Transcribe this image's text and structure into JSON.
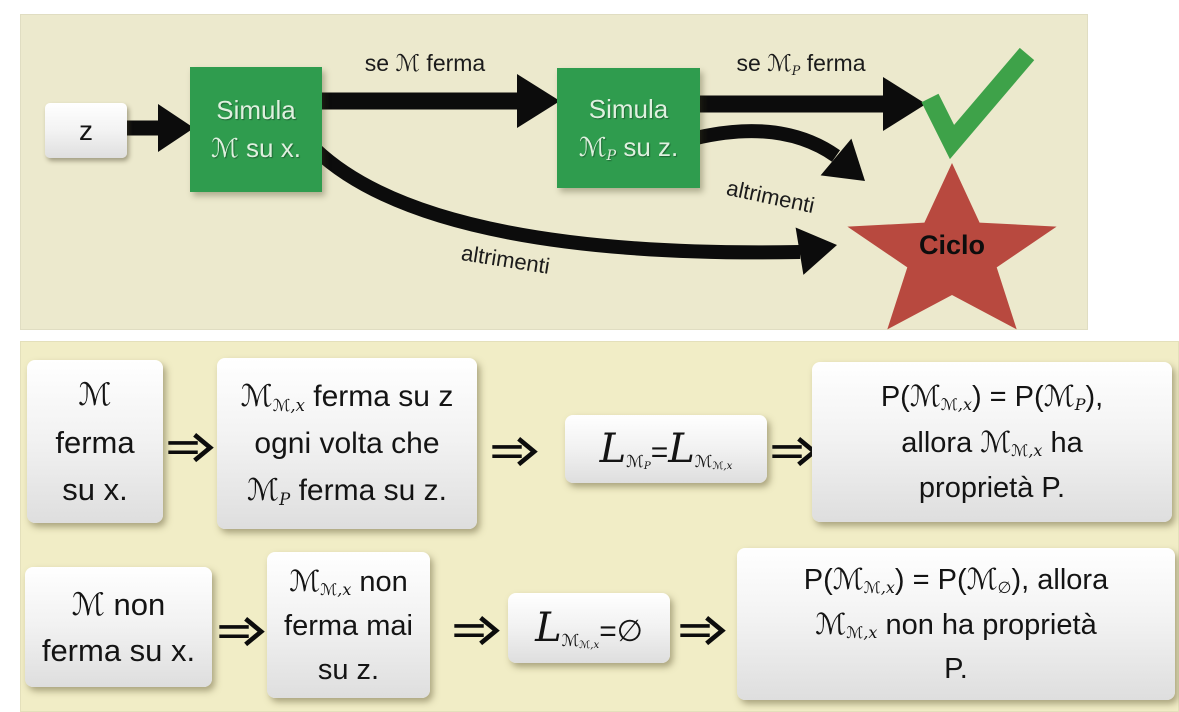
{
  "colors": {
    "page_bg": "#FFFFFF",
    "panel_top_bg": "#ECE9CD",
    "panel_bottom_bg": "#F1EDC6",
    "green_box": "#2F9C4E",
    "green_box_text": "#DFF0DF",
    "check_green": "#3EA249",
    "star_red": "#B8493F",
    "arrow_black": "#0C0C0C"
  },
  "top_panel": {
    "input_box": {
      "label": "z"
    },
    "sim_box_1": {
      "line1": "Simula",
      "machine": "ℳ",
      "suffix": " su x."
    },
    "sim_box_2": {
      "line1": "Simula",
      "machine": "ℳ",
      "machine_sub": "P",
      "suffix": " su z."
    },
    "edge_labels": {
      "m_halts": {
        "prefix": "se ",
        "machine": "ℳ",
        "suffix": " ferma"
      },
      "mp_halts": {
        "prefix": "se ",
        "machine": "ℳ",
        "machine_sub": "P",
        "suffix": " ferma"
      },
      "otherwise_upper": "altrimenti",
      "otherwise_lower": "altrimenti"
    },
    "star": {
      "label": "Ciclo"
    }
  },
  "bottom_panel": {
    "implies_symbol": "⇒",
    "row1": {
      "box_a": {
        "machine": "ℳ",
        "line2": "ferma",
        "line3": "su x."
      },
      "box_b": {
        "l1_machine": "ℳ",
        "l1_sub": "ℳ,x",
        "l1_text": " ferma su z",
        "l2_text": "ogni volta che",
        "l3_machine": "ℳ",
        "l3_sub": "P",
        "l3_text": " ferma su z."
      },
      "box_c": {
        "L1": "L",
        "L1_sub_machine": "ℳ",
        "L1_sub_sub": "P",
        "equals": "= ",
        "L2": "L",
        "L2_sub_machine": "ℳ",
        "L2_sub_sub": "ℳ,x"
      },
      "box_d": {
        "l1_pre": "P(",
        "l1_m1": "ℳ",
        "l1_m1_sub": "ℳ,x",
        "l1_mid": ") = P(",
        "l1_m2": "ℳ",
        "l1_m2_sub": "P",
        "l1_end": "),",
        "l2_pre": "allora ",
        "l2_machine": "ℳ",
        "l2_sub": "ℳ,x",
        "l2_end": " ha",
        "l3": "proprietà P."
      }
    },
    "row2": {
      "box_a": {
        "machine": "ℳ",
        "l1_text": " non",
        "line2": "ferma su x."
      },
      "box_b": {
        "l1_machine": "ℳ",
        "l1_sub": "ℳ,x",
        "l1_text": " non",
        "line2": "ferma mai",
        "line3": "su z."
      },
      "box_c": {
        "L": "L",
        "L_sub_machine": "ℳ",
        "L_sub_sub": "ℳ,x",
        "equals": " = ",
        "empty_set": "∅"
      },
      "box_d": {
        "l1_pre": "P(",
        "l1_m1": "ℳ",
        "l1_m1_sub": "ℳ,x",
        "l1_mid": ") = P(",
        "l1_m2": "ℳ",
        "l1_m2_sub": "∅",
        "l1_end": "), allora",
        "l2_machine": "ℳ",
        "l2_sub": "ℳ,x",
        "l2_end": " non ha proprietà",
        "l3": "P."
      }
    }
  }
}
